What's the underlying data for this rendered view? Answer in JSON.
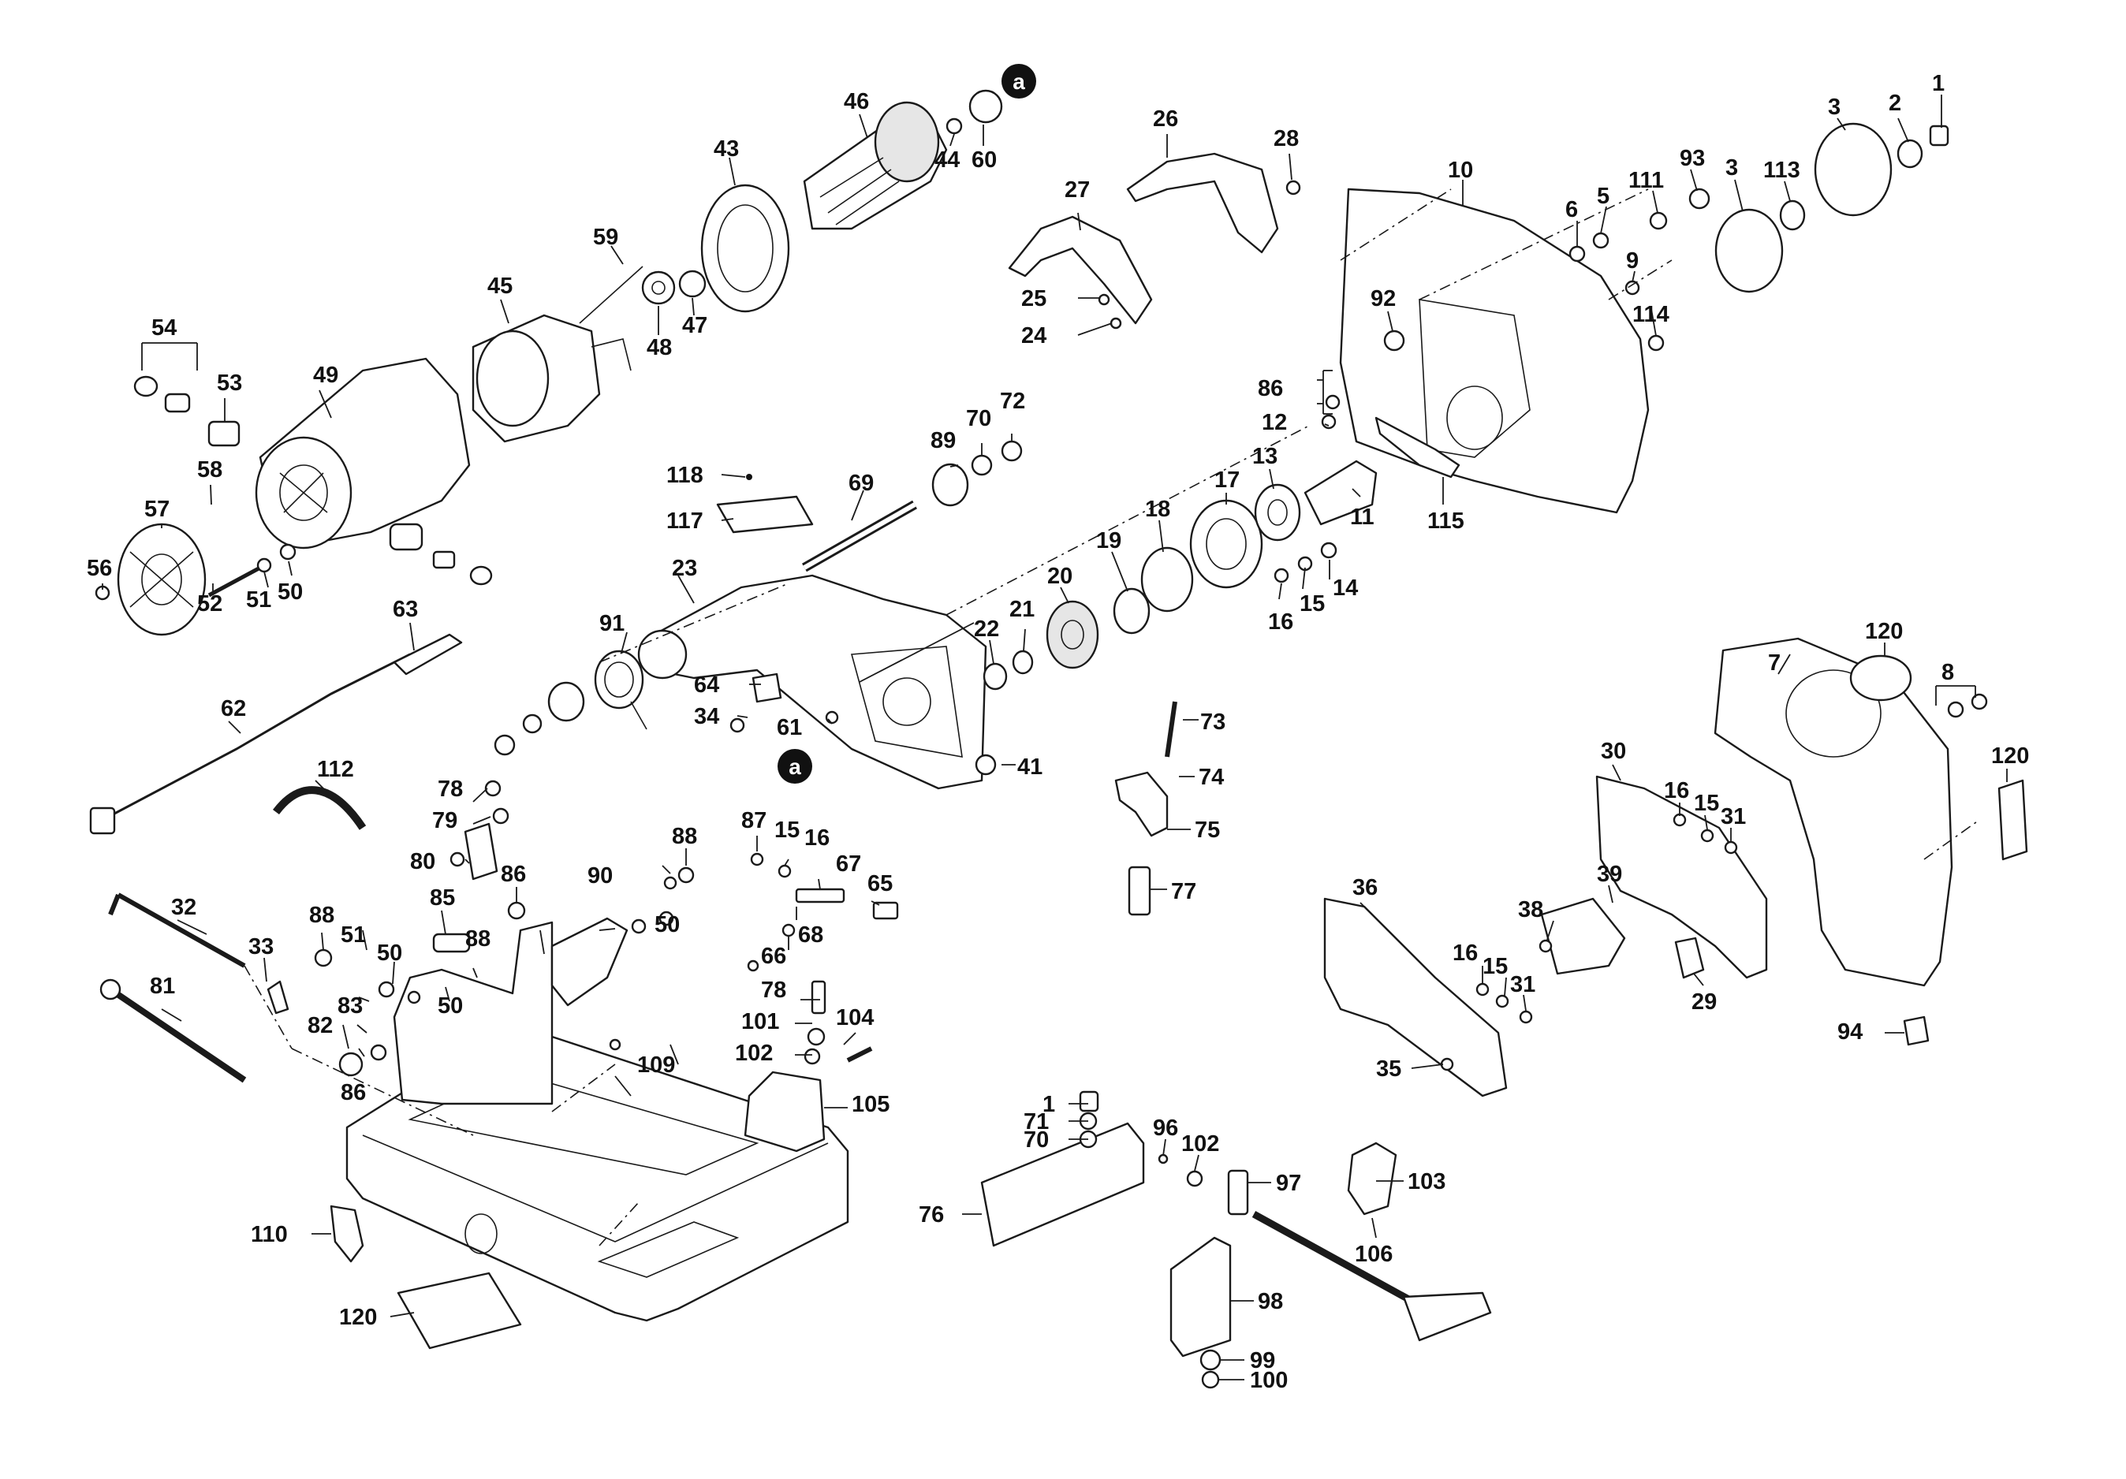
{
  "labels": {
    "l1a": "1",
    "l2": "2",
    "l3a": "3",
    "l3b": "3",
    "l5": "5",
    "l6": "6",
    "l7": "7",
    "l8": "8",
    "l9": "9",
    "l10": "10",
    "l11": "11",
    "l12": "12",
    "l13": "13",
    "l14": "14",
    "l15a": "15",
    "l15b": "15",
    "l15c": "15",
    "l15d": "15",
    "l16a": "16",
    "l16b": "16",
    "l16c": "16",
    "l16d": "16",
    "l17": "17",
    "l18": "18",
    "l19": "19",
    "l20": "20",
    "l21": "21",
    "l22": "22",
    "l23": "23",
    "l24": "24",
    "l25": "25",
    "l26": "26",
    "l27": "27",
    "l28": "28",
    "l29": "29",
    "l30": "30",
    "l31a": "31",
    "l31b": "31",
    "l32": "32",
    "l33": "33",
    "l34": "34",
    "l35": "35",
    "l36": "36",
    "l38": "38",
    "l39": "39",
    "l41": "41",
    "l43": "43",
    "l44": "44",
    "l45": "45",
    "l46": "46",
    "l47": "47",
    "l48": "48",
    "l49": "49",
    "l50a": "50",
    "l50b": "50",
    "l50c": "50",
    "l50d": "50",
    "l51a": "51",
    "l51b": "51",
    "l52": "52",
    "l53": "53",
    "l54": "54",
    "l56": "56",
    "l57": "57",
    "l58": "58",
    "l59": "59",
    "l60": "60",
    "l61": "61",
    "l62": "62",
    "l63": "63",
    "l64": "64",
    "l65": "65",
    "l66": "66",
    "l67": "67",
    "l68": "68",
    "l69": "69",
    "l70a": "70",
    "l70b": "70",
    "l71": "71",
    "l72": "72",
    "l73": "73",
    "l74": "74",
    "l75": "75",
    "l76": "76",
    "l77": "77",
    "l78a": "78",
    "l78b": "78",
    "l79": "79",
    "l80": "80",
    "l81": "81",
    "l82": "82",
    "l83": "83",
    "l85": "85",
    "l86a": "86",
    "l86b": "86",
    "l86c": "86",
    "l87": "87",
    "l88a": "88",
    "l88b": "88",
    "l88c": "88",
    "l89": "89",
    "l90": "90",
    "l91": "91",
    "l92": "92",
    "l93": "93",
    "l94": "94",
    "l96": "96",
    "l97": "97",
    "l98": "98",
    "l99": "99",
    "l100": "100",
    "l101": "101",
    "l102a": "102",
    "l102b": "102",
    "l103": "103",
    "l104": "104",
    "l105": "105",
    "l106": "106",
    "l109": "109",
    "l110": "110",
    "l111": "111",
    "l112": "112",
    "l113": "113",
    "l114": "114",
    "l115": "115",
    "l117": "117",
    "l118": "118",
    "l120a": "120",
    "l120b": "120",
    "l120c": "120",
    "l1b": "1"
  },
  "reference_markers": {
    "ref_a_top": "a",
    "ref_a_mid": "a"
  }
}
